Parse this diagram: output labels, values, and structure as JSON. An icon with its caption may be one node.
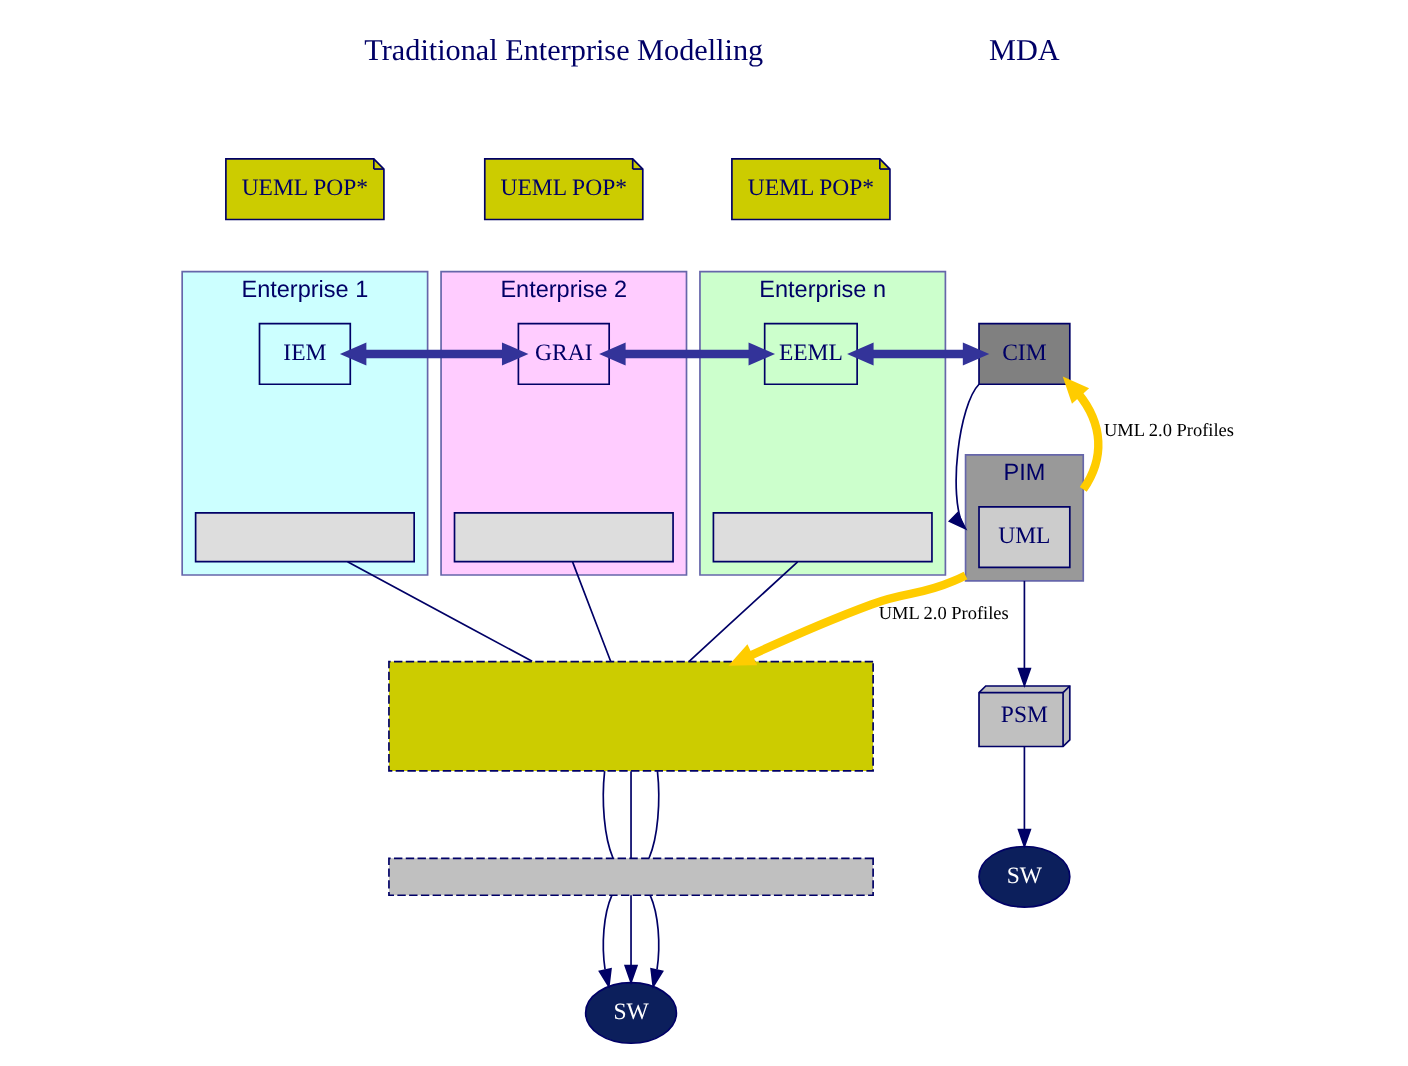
{
  "diagram": {
    "nodes": [
      {
        "text": [
          "Enterprise 1"
        ]
      },
      {
        "text": [
          "IEM"
        ],
        "in": 0
      },
      {
        "text": [],
        "shape": "box",
        "in": 0
      },
      {
        "text": [
          "Enterprise 2"
        ]
      },
      {
        "text": [
          "GRAI"
        ],
        "in": 3
      },
      {
        "text": [],
        "shape": "box",
        "in": 3
      },
      {
        "text": [
          "Enterprise n"
        ]
      },
      {
        "text": [
          "EEML"
        ],
        "in": 6
      },
      {
        "text": [],
        "shape": "box",
        "in": 6
      },
      {
        "text": [
          "UEML POP*"
        ]
      },
      {
        "text": [
          "UEML POP*"
        ]
      },
      {
        "text": [
          "UEML POP*"
        ]
      },
      {
        "text": [],
        "shape": "box"
      },
      {
        "text": [],
        "shape": "bar"
      },
      {
        "text": [
          "SW"
        ]
      },
      {
        "text": [
          "CIM"
        ]
      },
      {
        "text": [
          "PIM"
        ]
      },
      {
        "text": [
          "UML"
        ],
        "in": 16
      },
      {
        "text": [
          "PSM"
        ]
      },
      {
        "text": [
          "SW"
        ]
      }
    ],
    "edges": [
      {
        "from": 1,
        "to": 4,
        "arrow": "both",
        "style": "thick"
      },
      {
        "from": 4,
        "to": 7,
        "arrow": "both",
        "style": "thick"
      },
      {
        "from": 7,
        "to": 15,
        "arrow": "both",
        "style": "thick"
      },
      {
        "from": 2,
        "to": 12,
        "arrow": "none"
      },
      {
        "from": 5,
        "to": 12,
        "arrow": "none"
      },
      {
        "from": 8,
        "to": 12,
        "arrow": "none"
      },
      {
        "from": 12,
        "to": 13,
        "arrow": "none"
      },
      {
        "from": 12,
        "to": 13,
        "arrow": "none"
      },
      {
        "from": 12,
        "to": 13,
        "arrow": "none"
      },
      {
        "from": 13,
        "to": 14,
        "arrow": "to"
      },
      {
        "from": 13,
        "to": 14,
        "arrow": "to"
      },
      {
        "from": 13,
        "to": 14,
        "arrow": "to"
      },
      {
        "from": 15,
        "to": 16,
        "arrow": "to"
      },
      {
        "from": 16,
        "to": 15,
        "arrow": "to",
        "label": "UML 2.0 Profiles",
        "style": "thick",
        "color": "#ffcc00"
      },
      {
        "from": 16,
        "to": 12,
        "arrow": "to",
        "label": "UML 2.0 Profiles",
        "style": "thick",
        "color": "#ffcc00"
      },
      {
        "from": 16,
        "to": 18,
        "arrow": "to"
      },
      {
        "from": 18,
        "to": 19,
        "arrow": "to"
      }
    ],
    "labels": [
      "Traditional Enterprise Modelling",
      "MDA"
    ]
  }
}
